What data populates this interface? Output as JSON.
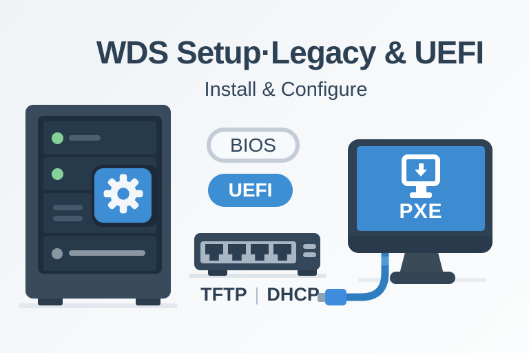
{
  "header": {
    "title": "WDS Setup·Legacy & UEFI",
    "subtitle": "Install & Configure"
  },
  "firmware_badges": {
    "bios": "BIOS",
    "uefi": "UEFI"
  },
  "server": {
    "badge_icon": "gear-icon",
    "bays": 4,
    "led_colors": [
      "green",
      "green",
      "none",
      "gray"
    ]
  },
  "network_switch": {
    "ports": 4,
    "label_left": "TFTP",
    "label_divider": "|",
    "label_right": "DHCP"
  },
  "client": {
    "screen_label": "PXE",
    "screen_icon": "pxe-boot-download-icon"
  },
  "colors": {
    "accent_blue": "#3d8ed2",
    "cable_blue": "#2e7dc0",
    "dark_slate_body": "#384a5c",
    "panel_dark": "#1f2e3d",
    "bay_fill": "#273a4b",
    "led_green": "#86d198",
    "led_gray": "#8b96a3",
    "pill_border": "#c4cdd7",
    "port_panel_gray": "#a9b6c3",
    "text_dark": "#2c4154",
    "background": "#f6f8fa"
  }
}
